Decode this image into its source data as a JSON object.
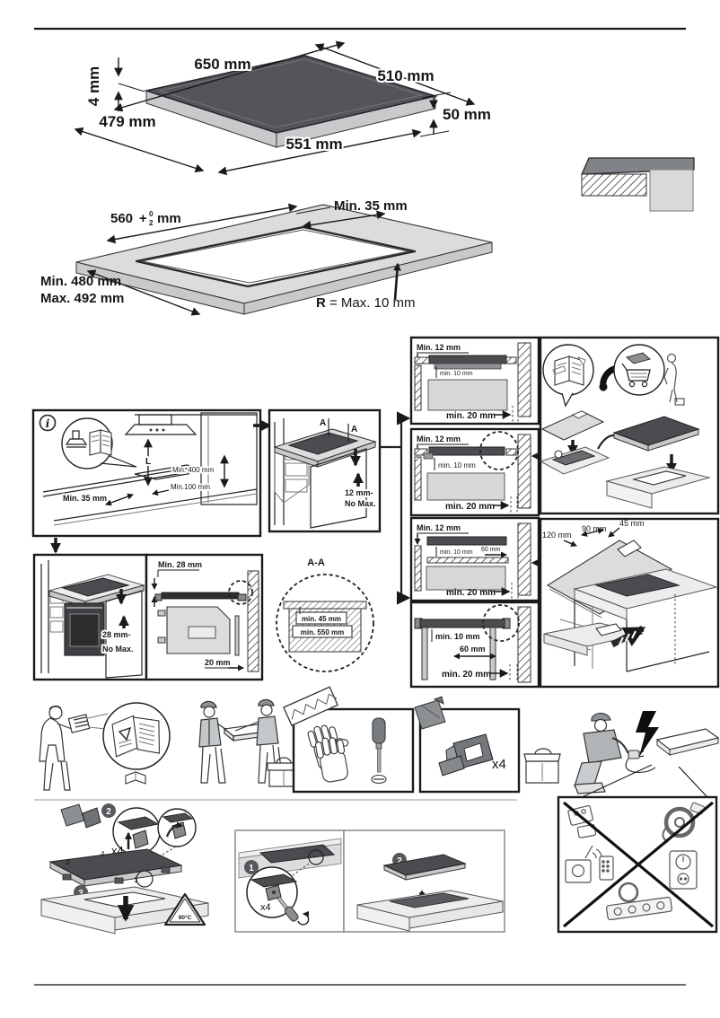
{
  "hob_iso": {
    "top_width": "650 mm",
    "top_depth": "510 mm",
    "glass_thickness": "4 mm",
    "body_width": "479 mm",
    "body_depth": "551 mm",
    "body_height": "50 mm"
  },
  "cutout": {
    "width": "560",
    "tol_sign": "+",
    "tol_top": "0",
    "tol_bottom": "2",
    "unit": "mm",
    "wall_min": "Min. 35 mm",
    "depth_min": "Min. 480 mm",
    "depth_max": "Max. 492 mm",
    "radius_sym": "R",
    "radius_val": "= Max. 10 mm"
  },
  "kitchen": {
    "info": "i",
    "l_dim": "L",
    "hood_height": "Min. 400 mm",
    "rear_clearance": "Min.100 mm",
    "side_clearance": "Min. 35 mm"
  },
  "worktop_section": {
    "marker_a1": "A",
    "marker_a2": "A",
    "gap_line1": "12 mm-",
    "gap_line2": "No Max."
  },
  "oven_iso": {
    "gap_line1": "28 mm-",
    "gap_line2": "No Max."
  },
  "oven_side": {
    "top_gap": "Min. 28 mm",
    "rear_gap": "20 mm"
  },
  "aa_detail": {
    "title": "A-A",
    "min_depth": "min. 45 mm",
    "min_width": "min. 550 mm"
  },
  "flush1": {
    "top": "Min. 12 mm",
    "ledge": "min. 10 mm",
    "wall": "min. 20 mm"
  },
  "flush2": {
    "top": "Min. 12 mm",
    "ledge": "min. 10 mm",
    "wall": "min. 20 mm"
  },
  "flush3": {
    "top": "Min. 12 mm",
    "ledge": "min. 10 mm",
    "vent": "60 mm",
    "wall": "min. 20 mm"
  },
  "flush4": {
    "ledge": "min. 10 mm",
    "vent": "60 mm",
    "wall": "min. 20 mm"
  },
  "divider_board": {
    "width": "120 mm",
    "notch_width": "90 mm",
    "notch_depth": "45 mm"
  },
  "accessories": {
    "bracket_qty": "x4"
  },
  "mounting": {
    "step2": "2",
    "qty": "x4",
    "num4": "4",
    "num3": "3",
    "num1": "1",
    "step3": "3",
    "max_temp": "90°C"
  },
  "removal": {
    "step1": "1",
    "qty": "x4",
    "step2": "2"
  },
  "icons": {
    "info": "info-icon",
    "hood_manual": "hood-manual-bubble",
    "read_manual": "manual-warning-bubble",
    "phone": "phone-icon",
    "gasket_cart": "gasket-cart-bubble",
    "max_temp": "max-temp-triangle",
    "electrical_forbidden": "no-adapters-extensions"
  }
}
